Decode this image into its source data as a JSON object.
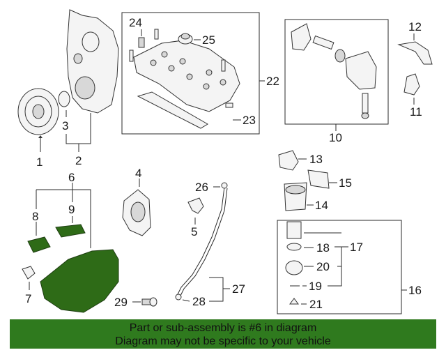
{
  "callouts": {
    "c1": "1",
    "c2": "2",
    "c3": "3",
    "c4": "4",
    "c5": "5",
    "c6": "6",
    "c7": "7",
    "c8": "8",
    "c9": "9",
    "c10": "10",
    "c11": "11",
    "c12": "12",
    "c13": "13",
    "c14": "14",
    "c15": "15",
    "c16": "16",
    "c17": "17",
    "c18": "18",
    "c19": "19",
    "c20": "20",
    "c21": "21",
    "c22": "22",
    "c23": "23",
    "c24": "24",
    "c25": "25",
    "c26": "26",
    "c27": "27",
    "c28": "28",
    "c29": "29"
  },
  "banner": {
    "line1": "Part or sub-assembly is #6 in diagram",
    "line2": "Diagram may not be specific to your vehicle",
    "color": "#2f7a1e"
  },
  "highlight_color": "#2e6b17"
}
